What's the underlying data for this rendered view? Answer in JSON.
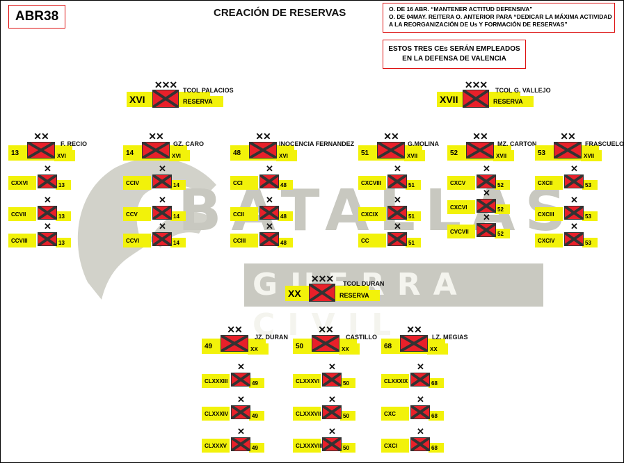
{
  "header": {
    "id_label": "ABR38",
    "title": "CREACIÓN DE RESERVAS",
    "orders": [
      "O. DE 16 ABR. “MANTENER ACTITUD DEFENSIVA”",
      "O. DE 04MAY. REITERA O. ANTERIOR PARA “DEDICAR LA MÁXIMA ACTIVIDAD",
      "A LA REORGANIZACIÓN DE Us Y FORMACIÓN DE RESERVAS”"
    ],
    "note": [
      "ESTOS TRES CEs SERÁN EMPLEADOS",
      "EN LA DEFENSA DE VALENCIA"
    ]
  },
  "watermark": {
    "line1": "BATALLAS",
    "line2": "GUERRA CIVIL"
  },
  "symbols": {
    "corps": "✕✕✕",
    "division": "✕✕",
    "brigade": "✕"
  },
  "colors": {
    "unit_fill": "#e8202a",
    "highlight": "#f2f20a",
    "frame_red": "#dd1111"
  },
  "corps": [
    {
      "id": "XVI",
      "commander": "TCOL PALACIOS",
      "status": "RESERVA",
      "divisions": [
        {
          "number": "13",
          "commander": "F. RECIO",
          "parent": "XVI",
          "brigades": [
            {
              "name": "CXXVI",
              "parent": "13"
            },
            {
              "name": "CCVII",
              "parent": "13"
            },
            {
              "name": "CCVIII",
              "parent": "13"
            }
          ]
        },
        {
          "number": "14",
          "commander": "GZ. CARO",
          "parent": "XVI",
          "brigades": [
            {
              "name": "CCIV",
              "parent": "14"
            },
            {
              "name": "CCV",
              "parent": "14"
            },
            {
              "name": "CCVI",
              "parent": "14"
            }
          ]
        },
        {
          "number": "48",
          "commander": "INOCENCIA FERNANDEZ",
          "parent": "XVI",
          "brigades": [
            {
              "name": "CCI",
              "parent": "48"
            },
            {
              "name": "CCII",
              "parent": "48"
            },
            {
              "name": "CCIII",
              "parent": "48"
            }
          ]
        }
      ]
    },
    {
      "id": "XVII",
      "commander": "TCOL G. VALLEJO",
      "status": "RESERVA",
      "divisions": [
        {
          "number": "51",
          "commander": "G.MOLINA",
          "parent": "XVII",
          "brigades": [
            {
              "name": "CXCVIII",
              "parent": "51"
            },
            {
              "name": "CXCIX",
              "parent": "51"
            },
            {
              "name": "CC",
              "parent": "51"
            }
          ]
        },
        {
          "number": "52",
          "commander": "MZ. CARTON",
          "parent": "XVII",
          "brigades": [
            {
              "name": "CXCV",
              "parent": "52"
            },
            {
              "name": "CXCVI",
              "parent": "52"
            },
            {
              "name": "CVCVII",
              "parent": "52"
            }
          ]
        },
        {
          "number": "53",
          "commander": "FRASCUELO",
          "parent": "XVII",
          "brigades": [
            {
              "name": "CXCII",
              "parent": "53"
            },
            {
              "name": "CXCIII",
              "parent": "53"
            },
            {
              "name": "CXCIV",
              "parent": "53"
            }
          ]
        }
      ]
    },
    {
      "id": "XX",
      "commander": "TCOL DURAN",
      "status": "RESERVA",
      "divisions": [
        {
          "number": "49",
          "commander": "JZ. DURAN",
          "parent": "XX",
          "brigades": [
            {
              "name": "CLXXXIII",
              "parent": "49"
            },
            {
              "name": "CLXXXIV",
              "parent": "49"
            },
            {
              "name": "CLXXXV",
              "parent": "49"
            }
          ]
        },
        {
          "number": "50",
          "commander": "CASTILLO",
          "parent": "XX",
          "brigades": [
            {
              "name": "CLXXXVI",
              "parent": "50"
            },
            {
              "name": "CLXXXVII",
              "parent": "50"
            },
            {
              "name": "CLXXXVIII",
              "parent": "50"
            }
          ]
        },
        {
          "number": "68",
          "commander": "LZ. MEGIAS",
          "parent": "XX",
          "brigades": [
            {
              "name": "CLXXXIX",
              "parent": "68"
            },
            {
              "name": "CXC",
              "parent": "68"
            },
            {
              "name": "CXCI",
              "parent": "68"
            }
          ]
        }
      ]
    }
  ]
}
